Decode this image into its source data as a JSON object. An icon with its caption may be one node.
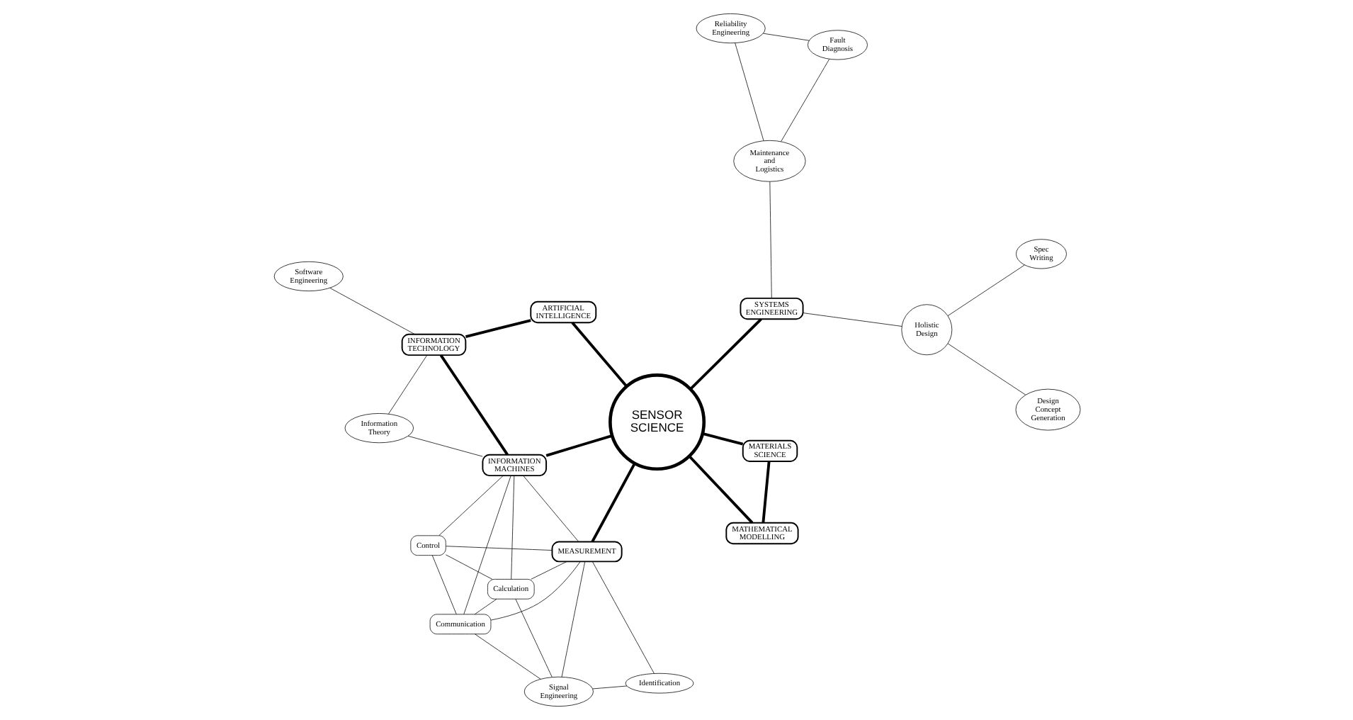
{
  "diagram": {
    "nodes": [
      {
        "text": [
          "Signal Engineering"
        ]
      },
      {
        "text": [
          "Identification"
        ]
      },
      {
        "text": [
          "Design Concept Generation"
        ]
      },
      {
        "text": [
          "Spec Writing"
        ]
      },
      {
        "text": [
          "Communication"
        ]
      },
      {
        "text": [
          "Calculation"
        ]
      },
      {
        "text": [
          "Control"
        ]
      },
      {
        "text": [
          "Holistic Design"
        ]
      },
      {
        "text": [
          "Fault Diagnosis"
        ]
      },
      {
        "text": [
          "MEASUREMENT"
        ]
      },
      {
        "text": [
          "INFORMATION MACHINES"
        ]
      },
      {
        "text": [
          "Information Theory"
        ]
      },
      {
        "text": [
          "SYSTEMS ENGINEERING"
        ]
      },
      {
        "text": [
          "Maintenance and Logistics"
        ]
      },
      {
        "text": [
          "SENSOR SCIENCE"
        ]
      },
      {
        "text": [
          "INFORMATION TECHNOLOGY"
        ]
      },
      {
        "text": [
          "MATHEMATICAL MODELLING"
        ]
      },
      {
        "text": [
          "Reliability Engineering"
        ]
      },
      {
        "text": [
          "Software Engineering"
        ]
      },
      {
        "text": [
          "ARTIFICIAL INTELLIGENCE"
        ]
      },
      {
        "text": [
          "MATERIALS SCIENCE"
        ]
      }
    ],
    "edges": [
      {
        "from": 0,
        "to": 1,
        "arrow": "none"
      },
      {
        "from": 0,
        "to": 4,
        "arrow": "none"
      },
      {
        "from": 0,
        "to": 5,
        "arrow": "none"
      },
      {
        "from": 0,
        "to": 9,
        "arrow": "none"
      },
      {
        "from": 1,
        "to": 9,
        "arrow": "none"
      },
      {
        "from": 4,
        "to": 5,
        "arrow": "none"
      },
      {
        "from": 4,
        "to": 9,
        "arrow": "none"
      },
      {
        "from": 4,
        "to": 6,
        "arrow": "none"
      },
      {
        "from": 4,
        "to": 10,
        "arrow": "none"
      },
      {
        "from": 5,
        "to": 6,
        "arrow": "none"
      },
      {
        "from": 5,
        "to": 9,
        "arrow": "none"
      },
      {
        "from": 5,
        "to": 10,
        "arrow": "none"
      },
      {
        "from": 6,
        "to": 9,
        "arrow": "none"
      },
      {
        "from": 6,
        "to": 10,
        "arrow": "none"
      },
      {
        "from": 9,
        "to": 10,
        "arrow": "none"
      },
      {
        "from": 9,
        "to": 14,
        "arrow": "none",
        "style": "thick"
      },
      {
        "from": 10,
        "to": 14,
        "arrow": "none",
        "style": "thick"
      },
      {
        "from": 10,
        "to": 11,
        "arrow": "none"
      },
      {
        "from": 10,
        "to": 15,
        "arrow": "none",
        "style": "thick"
      },
      {
        "from": 11,
        "to": 15,
        "arrow": "none"
      },
      {
        "from": 15,
        "to": 18,
        "arrow": "none"
      },
      {
        "from": 15,
        "to": 19,
        "arrow": "none",
        "style": "thick"
      },
      {
        "from": 14,
        "to": 19,
        "arrow": "none",
        "style": "thick"
      },
      {
        "from": 14,
        "to": 12,
        "arrow": "none",
        "style": "thick"
      },
      {
        "from": 14,
        "to": 16,
        "arrow": "none",
        "style": "thick"
      },
      {
        "from": 14,
        "to": 20,
        "arrow": "none",
        "style": "thick"
      },
      {
        "from": 16,
        "to": 20,
        "arrow": "none",
        "style": "thick"
      },
      {
        "from": 12,
        "to": 7,
        "arrow": "none"
      },
      {
        "from": 7,
        "to": 2,
        "arrow": "none"
      },
      {
        "from": 7,
        "to": 3,
        "arrow": "none"
      },
      {
        "from": 12,
        "to": 13,
        "arrow": "none"
      },
      {
        "from": 13,
        "to": 8,
        "arrow": "none"
      },
      {
        "from": 8,
        "to": 17,
        "arrow": "none"
      },
      {
        "from": 13,
        "to": 17,
        "arrow": "none"
      }
    ]
  }
}
